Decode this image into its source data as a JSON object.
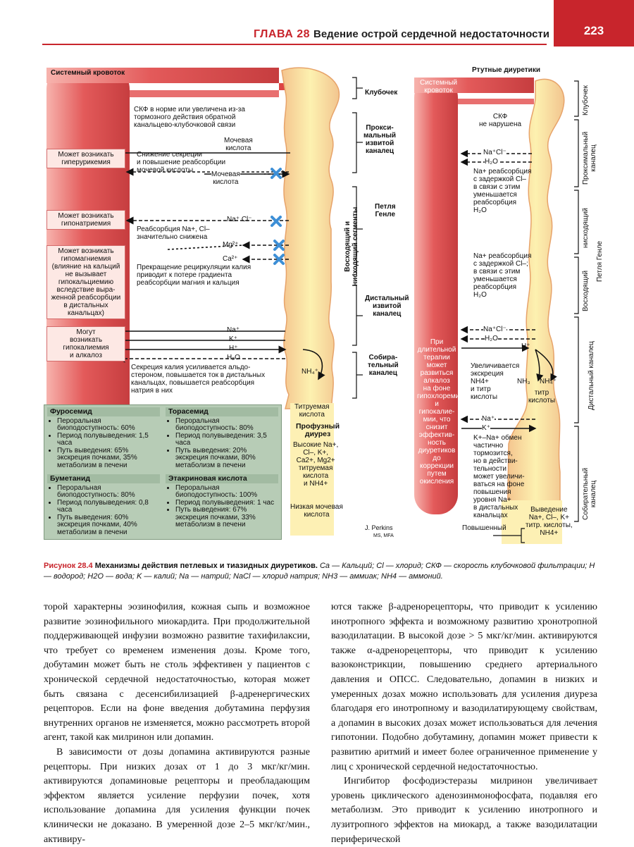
{
  "header": {
    "chapter": "ГЛАВА 28",
    "title": "Ведение острой сердечной недостаточности",
    "page": "223"
  },
  "figure_left": {
    "systemic": "Системный кровоток",
    "glomerulus": "Клубочек",
    "prox": "Прокси-\nмальный\nизвитой\nканалец",
    "loop": "Петля\nГенле",
    "asc_desc": "Восходящий и\nнисходящий сегменты",
    "distal": "Дистальный\nизвитой\nканалец",
    "collecting": "Собира-\nтельный\nканалец",
    "gfr_note": "СКФ в норме или увеличена из-за\nтормозного действия обратной\nканальцево-клубочковой связи",
    "uric1": "Мочевая\nкислота",
    "uric_note": "Снижение секреции\nи повышение реабсорбции\nмочевой кислоты",
    "uric2": "Мочевая\nкислота",
    "hyperuricemia": "Может возникать\nгиперурикемия",
    "nacl": "Na⁺ Cl⁻",
    "na_note": "Реабсорбция Na+, Cl–\nзначительно снижена",
    "hyponatremia": "Может возникать\nгипонатриемия",
    "mg": "Mg²⁺",
    "ca": "Ca²⁺",
    "k_note": "Прекращение рециркуляции калия\nприводит к потере градиента\nреабсорбции магния и кальция",
    "hypomag": "Может возникать\nгипомагниемия\n(влияние на кальций\nне вызывает\nгипокальциемию\nвследствие выра-\nженной реабсорбции\nв дистальных\nканальцах)",
    "na": "Na⁺",
    "k": "K⁺",
    "h": "H⁺",
    "h2o": "H₂O",
    "nh4": "NH₄⁺",
    "hypok": "Могут\nвозникать\nгипокалиемия\nи алкалоз",
    "k_secretion": "Секреция калия усиливается альдо-\nстероном, повышается ток в дистальных\nканальцах, повышается реабсорбция\nнатрия в них",
    "titr": "Титруемая\nкислота",
    "diuresis_title": "Профузный\nдиурез",
    "diuresis_body": "Высокие Na+,\nCl–, K+,\nCa2+, Mg2+\nтитруемая\nкислота\nи NH4+",
    "low_uric": "Низкая мочевая\nкислота",
    "signature": "J. Perkins",
    "signature_sub": "MS, MFA"
  },
  "figure_right": {
    "title": "Ртутные диуретики",
    "systemic": "Системный\nкровоток",
    "glomerulus": "Клубочек",
    "gfr": "СКФ\nне нарушена",
    "prox": "Проксимальный\nканалец",
    "desc": "нисходящий",
    "loop": "Петля Генле",
    "asc": "Восходящий",
    "distal": "Дистальный каналец",
    "collecting": "Собирательный\nканалец",
    "nacl1": "Na⁺Cl⁻",
    "h2o1": "H₂O",
    "reabs1": "Na+ реабсорбция\nс задержкой Cl–\nв связи с этим\nуменьшается\nреабсорбция\nH₂O",
    "reabs2": "Na+ реабсорбция\nс задержкой Cl–;\nв связи с этим\nуменьшается\nреабсорбция\nH₂O",
    "nacl2": "Na⁺Cl⁻",
    "h2o2": "H₂O",
    "h": "H⁺",
    "long_therapy": "При\nдлительной\nтерапии\nможет\nразвиться\nалкалоз\nна фоне\nгипохлоремии\nи гипокалие-\nмии, что\nснизит\nэффектив-\nность\nдиуретиков\nдо коррекции\nпутем\nокисления",
    "increased": "Увеличивается\nэкскреция\nNH4+\nи титр\nкислоты",
    "nh3": "NH₃",
    "nh4": "NH₄⁺",
    "titr": "титр\nкислоты",
    "na": "Na⁺",
    "k": "K⁺",
    "kna": "K+–Na+ обмен\nчастично\nтормозится,\nно в действи-\nтельности\nможет увеличи-\nваться на фоне\nповышения\nуровня Na+\nв дистальных\nканальцах",
    "output": "Выведение\nNa+, Cl–, K+\nтитр. кислоты,\nNH4+",
    "increased2": "Повышенный"
  },
  "drugs": [
    {
      "name": "Фуросемид",
      "items": [
        "Пероральная биоподоступность: 60%",
        "Период полувыведения: 1,5 часа",
        "Путь выведения: 65% экскреция почками, 35% метаболизм в печени"
      ]
    },
    {
      "name": "Торасемид",
      "items": [
        "Пероральная биоподоступность: 80%",
        "Период полувыведения: 3,5 часа",
        "Путь выведения: 20% экскреция почками, 80% метаболизм в печени"
      ]
    },
    {
      "name": "Буметанид",
      "items": [
        "Пероральная биоподоступность: 80%",
        "Период полувыведения: 0,8 часа",
        "Путь выведения: 60% экскреция почками, 40% метаболизм в печени"
      ]
    },
    {
      "name": "Этакриновая кислота",
      "items": [
        "Пероральная биоподоступность: 100%",
        "Период полувыведения: 1 час",
        "Путь выведения: 67% экскреция почками, 33% метаболизм в печени"
      ]
    }
  ],
  "caption": {
    "label": "Рисунок 28.4",
    "title": "Механизмы действия петлевых и тиазидных диуретиков.",
    "abbr": "Ca — Кальций; Cl — хлорид; СКФ — скорость клубочковой фильтрации; H — водород; H2O — вода; K — калий; Na — натрий; NaCl — хлорид натрия; NH3 — аммиак; NH4 — аммоний."
  },
  "body": {
    "left": [
      "торой характерны эозинофилия, кожная сыпь и возможное развитие эозинофильного миокардита. При продолжительной поддерживающей инфузии возможно развитие тахифилаксии, что требует со временем изменения дозы. Кроме того, добутамин может быть не столь эффективен у пациентов с хронической сердечной недостаточностью, которая может быть связана с десенсибилизацией β-адренергических рецепторов. Если на фоне введения добутамина перфузия внутренних органов не изменяется, можно рассмотреть второй агент, такой как милринон или допамин.",
      "В зависимости от дозы допамина активируются разные рецепторы. При низких дозах от 1 до 3 мкг/кг/мин. активируются допаминовые рецепторы и преобладающим эффектом является усиление перфузии почек, хотя использование допамина для усиления функции почек клинически не доказано. В умеренной дозе 2–5 мкг/кг/мин., активиру-"
    ],
    "right": [
      "ются также β-адренорецепторы, что приводит к усилению инотропного эффекта и возможному развитию хронотропной вазодилатации. В высокой дозе > 5 мкг/кг/мин. активируются также α-адренорецепторы, что приводит к усилению вазоконстрикции, повышению среднего артериального давления и ОПСС. Следовательно, допамин в низких и умеренных дозах можно использовать для усиления диуреза благодаря его инотропному и вазодилатирующему свойствам, а допамин в высоких дозах может использоваться для лечения гипотонии. Подобно добутамину, допамин может привести к развитию аритмий и имеет более ограниченное применение у лиц с хронической сердечной недостаточностью.",
      "Ингибитор фосфодиэстеразы милринон увеличивает уровень циклического аденозинмонофосфата, подавляя его метаболизм. Это приводит к усилению инотропного и лузитропного эффектов на миокард, а также вазодилатации периферической"
    ]
  },
  "colors": {
    "accent": "#c8252c",
    "vessel": "#e86f6f",
    "tubule": "#fbe99a",
    "table": "#b7ccb6",
    "block": "#3d8fd6"
  }
}
